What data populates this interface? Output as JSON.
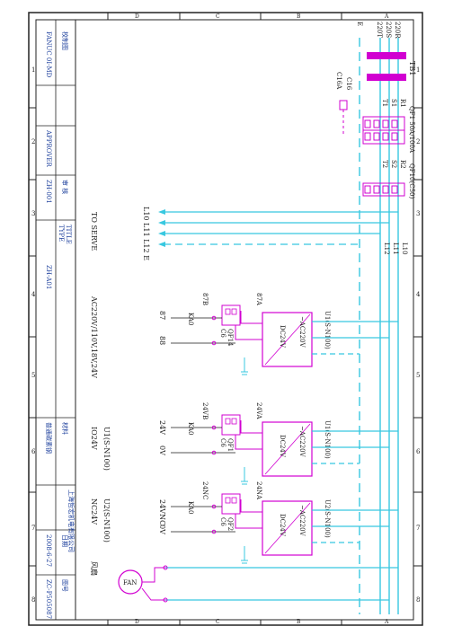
{
  "title_block": {
    "company": "上海哲宏机电有限公司",
    "fan_label": "风扇",
    "check_label": "校制图",
    "check_name": "FANUC 0I-MD",
    "approver_label": "APPROVER",
    "audit_label": "审 核",
    "code1": "ZH-001",
    "title_label": "TITLE",
    "type_label": "TYPE",
    "type_value": "ZH-A01",
    "date_label": "日期",
    "date_value": "2008-6-27",
    "drawing_label": "图号",
    "drawing_no": "ZC-P505087",
    "material_label": "材料",
    "material_value": "普通碳素钢"
  },
  "notes": {
    "to_serve": "TO SERVE",
    "ac_spec": "AC220V/110V,18V,24V",
    "u1": "U1(S-N100)",
    "io24": "IO24V",
    "u2": "U2(S-N100)",
    "nc24": "NC24V"
  },
  "bus": {
    "top_labels": [
      "220R",
      "220S",
      "220T",
      "E"
    ],
    "tb1": "TB1",
    "qf1": "QF1 50A/100A",
    "qf1_r": "R1",
    "qf1_s": "S1",
    "qf1_t": "T1",
    "qf10": "QF10(C50)",
    "qf10_r": "R2",
    "qf10_s": "S2",
    "qf10_t": "T2",
    "c16": "C16",
    "c16a": "C16A",
    "l10": "L10",
    "l11": "L11",
    "l12": "L12",
    "lines_label": "L10 L11 L12 E"
  },
  "psu": [
    {
      "name": "U1(S-N100)",
      "in": "~AC220V",
      "out": "DC24V",
      "breaker": "QF14",
      "rating": "C6",
      "a": "87A",
      "b": "87B",
      "ka": "KA0",
      "v1": "87",
      "v2": "88"
    },
    {
      "name": "U1(S-N100)",
      "in": "~AC220V",
      "out": "DC24V",
      "breaker": "QF1",
      "rating": "C6",
      "a": "24VA",
      "b": "24VB",
      "ka": "KA0",
      "v1": "24V",
      "v2": "0V"
    },
    {
      "name": "U2(S-N100)",
      "in": "~AC220V",
      "out": "DC24V",
      "breaker": "QF2",
      "rating": "C6",
      "a": "24NA",
      "b": "24NC",
      "ka": "KA0",
      "v1": "24VNC",
      "v2": "0V"
    }
  ],
  "fan": "FAN",
  "frame": {
    "numbers": [
      "1",
      "2",
      "3",
      "4",
      "5",
      "6",
      "7",
      "8"
    ],
    "letters": [
      "A",
      "B",
      "C",
      "D"
    ]
  },
  "colors": {
    "bus": "#38c8e0",
    "magenta": "#d100d1",
    "ink": "#1a1a1a",
    "grid": "#38c8e0"
  }
}
